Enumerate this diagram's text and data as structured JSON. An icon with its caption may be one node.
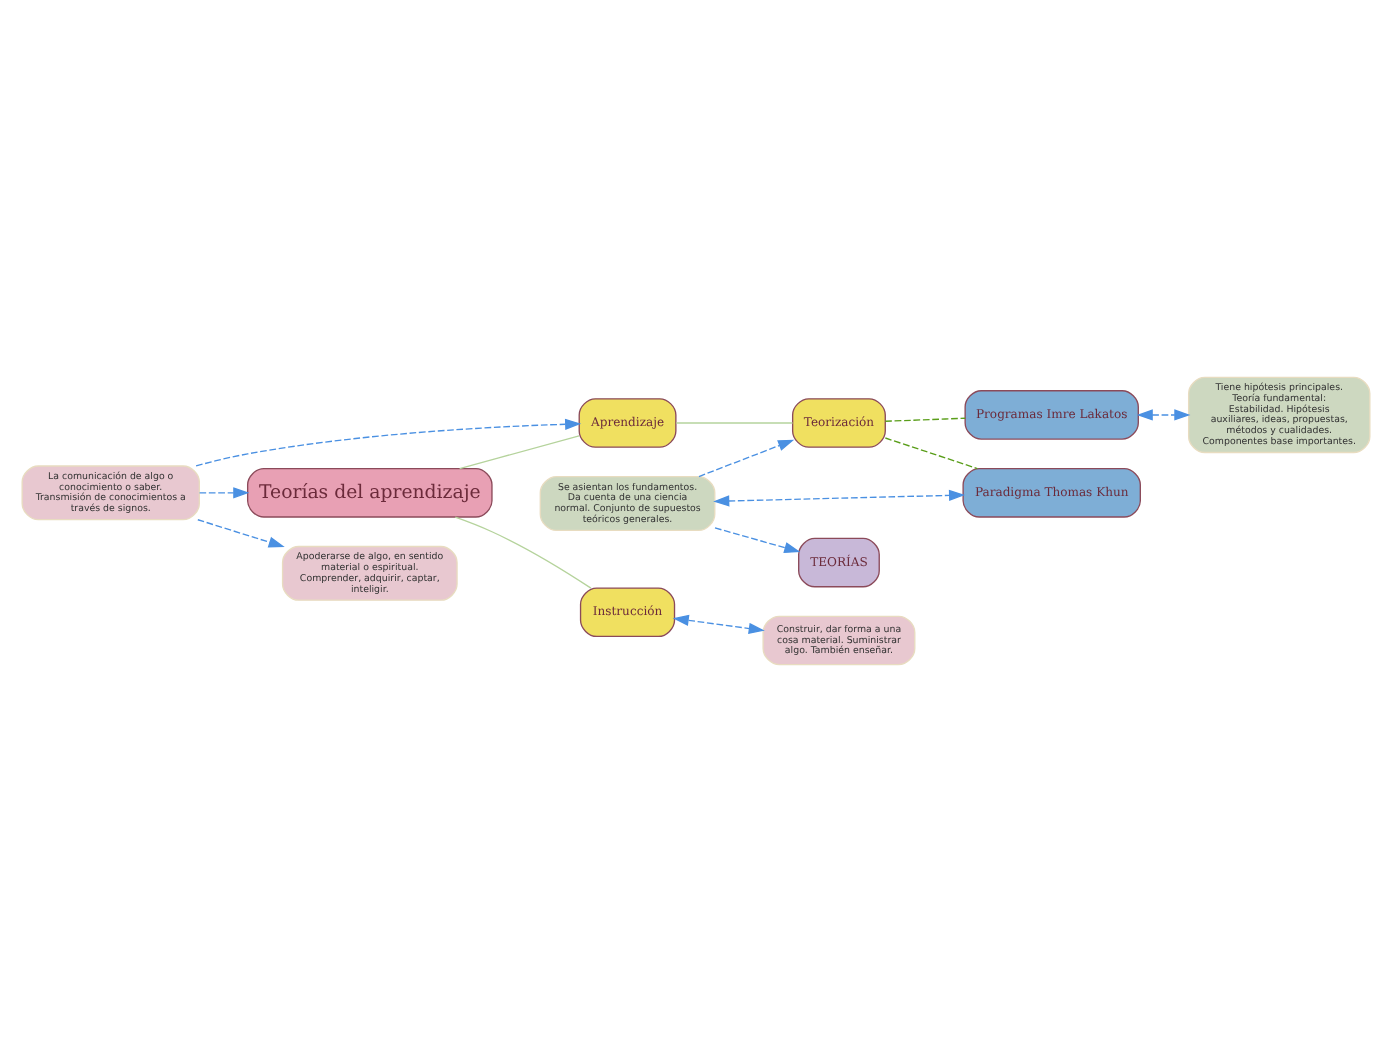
{
  "diagram": {
    "nodes": [
      {
        "text": [
          "Teorías del aprendizaje"
        ]
      },
      {
        "text": [
          "Aprendizaje"
        ]
      },
      {
        "text": [
          "La comunicación de algo o conocimiento o saber. Transmisión de conocimientos a través de signos."
        ]
      },
      {
        "text": [
          "Apoderarse de algo, en sentido material o espiritual. Comprender, adquirir, captar, inteligir."
        ]
      },
      {
        "text": [
          "Instrucción"
        ]
      },
      {
        "text": [
          "Construir, dar forma a una cosa material. Suministrar algo. También enseñar."
        ]
      },
      {
        "text": [
          "Teorización"
        ]
      },
      {
        "text": [
          "Se asientan los fundamentos. Da cuenta de una ciencia normal. Conjunto de supuestos teóricos generales."
        ]
      },
      {
        "text": [
          "Paradigma Thomas Khun"
        ]
      },
      {
        "text": [
          "Programas Imre Lakatos"
        ]
      },
      {
        "text": [
          "Tiene hipótesis principales. Teoría fundamental: Estabilidad. Hipótesis auxiliares, ideas, propuestas, métodos y cualidades. Componentes base importantes."
        ]
      },
      {
        "text": [
          "TEORÍAS"
        ]
      }
    ],
    "edges": [
      {
        "from": 0,
        "to": 1,
        "arrow": "none",
        "color": "#b5d39c"
      },
      {
        "from": 0,
        "to": 4,
        "arrow": "none",
        "color": "#b5d39c"
      },
      {
        "from": 1,
        "to": 6,
        "arrow": "none",
        "color": "#b5d39c"
      },
      {
        "from": 2,
        "to": 0,
        "arrow": "to",
        "style": "dashed"
      },
      {
        "from": 2,
        "to": 1,
        "arrow": "to",
        "style": "dashed"
      },
      {
        "from": 2,
        "to": 3,
        "arrow": "to",
        "style": "dashed"
      },
      {
        "from": 4,
        "to": 5,
        "arrow": "both",
        "style": "dashed"
      },
      {
        "from": 6,
        "to": 8,
        "arrow": "none",
        "style": "dashed",
        "color": "#5a9e1a"
      },
      {
        "from": 6,
        "to": 9,
        "arrow": "none",
        "style": "dashed",
        "color": "#5a9e1a"
      },
      {
        "from": 7,
        "to": 6,
        "arrow": "to",
        "style": "dashed"
      },
      {
        "from": 7,
        "to": 8,
        "arrow": "both",
        "style": "dashed"
      },
      {
        "from": 7,
        "to": 11,
        "arrow": "to",
        "style": "dashed"
      },
      {
        "from": 9,
        "to": 10,
        "arrow": "both",
        "style": "dashed"
      }
    ]
  }
}
